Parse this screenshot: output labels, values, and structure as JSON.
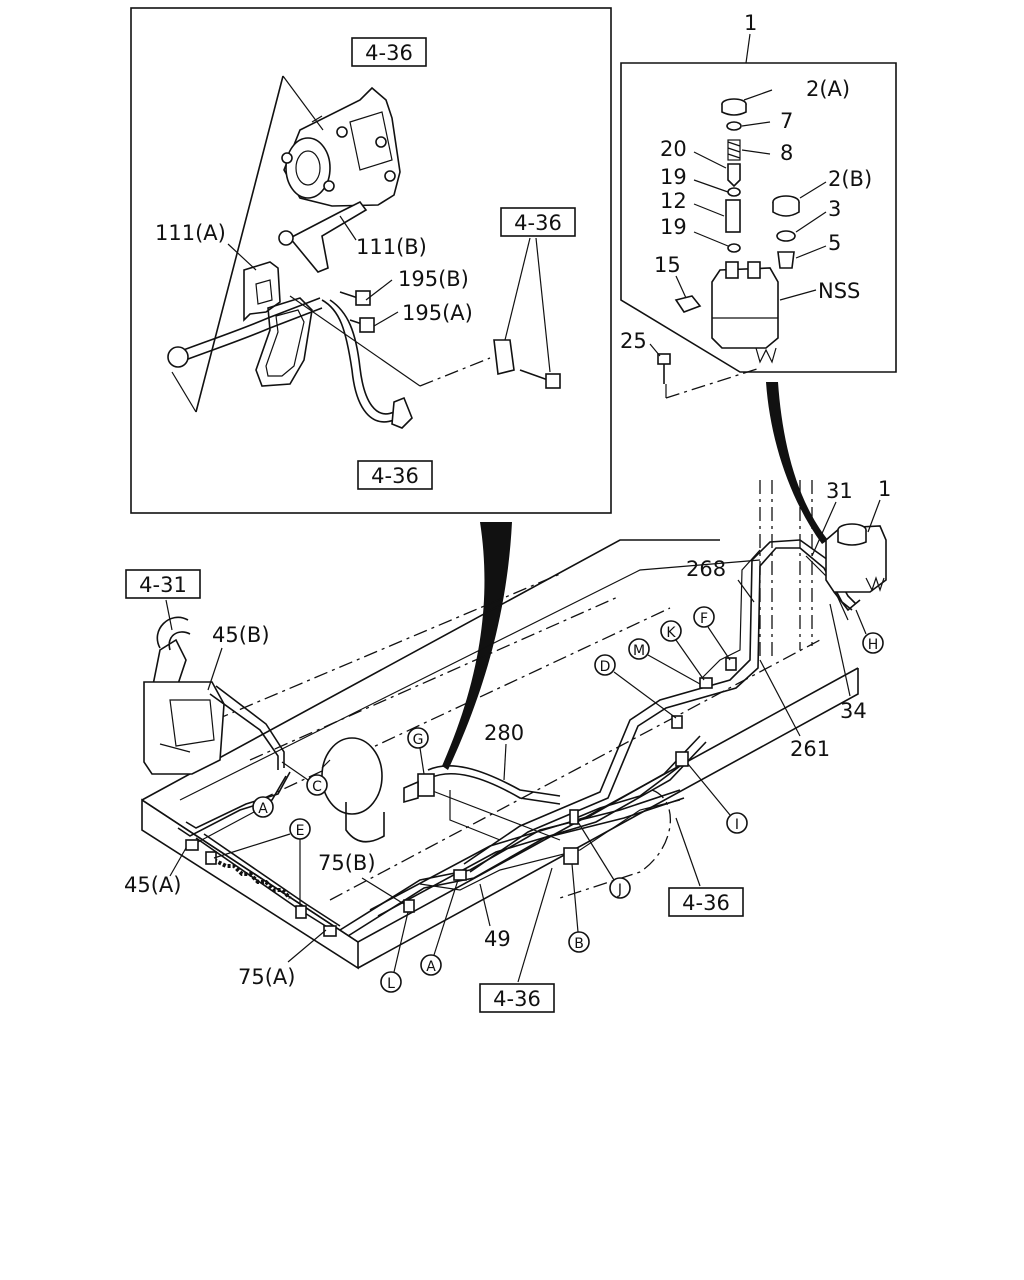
{
  "refs": {
    "ref_4_36_a": "4-36",
    "ref_4_36_b": "4-36",
    "ref_4_36_c": "4-36",
    "ref_4_31": "4-31",
    "ref_4_36_d": "4-36",
    "ref_4_36_e": "4-36"
  },
  "parts": {
    "p1_top": "1",
    "p2a": "2(A)",
    "p7": "7",
    "p8": "8",
    "p20": "20",
    "p19a": "19",
    "p12": "12",
    "p19b": "19",
    "p2b": "2(B)",
    "p3": "3",
    "p5": "5",
    "p15": "15",
    "nss": "NSS",
    "p25": "25",
    "p111a": "111(A)",
    "p111b": "111(B)",
    "p195b": "195(B)",
    "p195a": "195(A)",
    "p31": "31",
    "p1_main": "1",
    "p268": "268",
    "p45b": "45(B)",
    "p280": "280",
    "p34": "34",
    "p261": "261",
    "p45a": "45(A)",
    "p75b": "75(B)",
    "p49": "49",
    "p75a": "75(A)"
  },
  "letters": {
    "A1": "A",
    "A2": "A",
    "B": "B",
    "C": "C",
    "D": "D",
    "E": "E",
    "F": "F",
    "G": "G",
    "H": "H",
    "I": "I",
    "J": "J",
    "K": "K",
    "L": "L",
    "M": "M"
  }
}
